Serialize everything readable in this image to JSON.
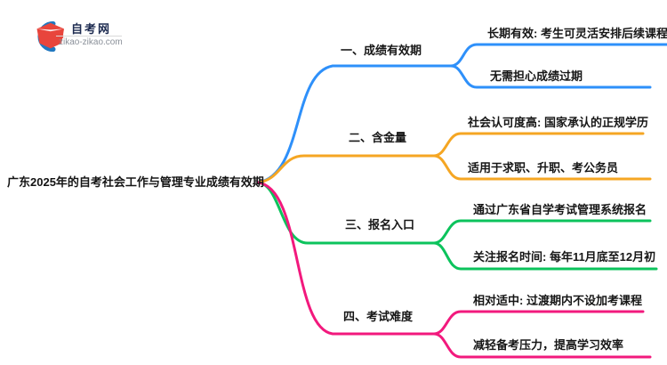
{
  "logo": {
    "site_name": "自考网",
    "site_url": "zikao-zikao.com",
    "icon_colors": {
      "swoosh_blue": "#2178c0",
      "cap_red": "#e8453c",
      "cap_dark_red": "#d63a31"
    }
  },
  "mindmap": {
    "root": {
      "label": "广东2025年的自考社会工作与管理专业成绩有效期"
    },
    "branches": [
      {
        "label": "一、成绩有效期",
        "color": "#2e90fa",
        "children": [
          {
            "label": "长期有效: 考生可灵活安排后续课程"
          },
          {
            "label": "无需担心成绩过期"
          }
        ]
      },
      {
        "label": "二、含金量",
        "color": "#f5a623",
        "children": [
          {
            "label": "社会认可度高: 国家承认的正规学历"
          },
          {
            "label": "适用于求职、升职、考公务员"
          }
        ]
      },
      {
        "label": "三、报名入口",
        "color": "#0cc35c",
        "children": [
          {
            "label": "通过广东省自学考试管理系统报名"
          },
          {
            "label": "关注报名时间: 每年11月底至12月初"
          }
        ]
      },
      {
        "label": "四、考试难度",
        "color": "#f2197d",
        "children": [
          {
            "label": "相对适中: 过渡期内不设加考课程"
          },
          {
            "label": "减轻备考压力，提高学习效率"
          }
        ]
      }
    ]
  }
}
